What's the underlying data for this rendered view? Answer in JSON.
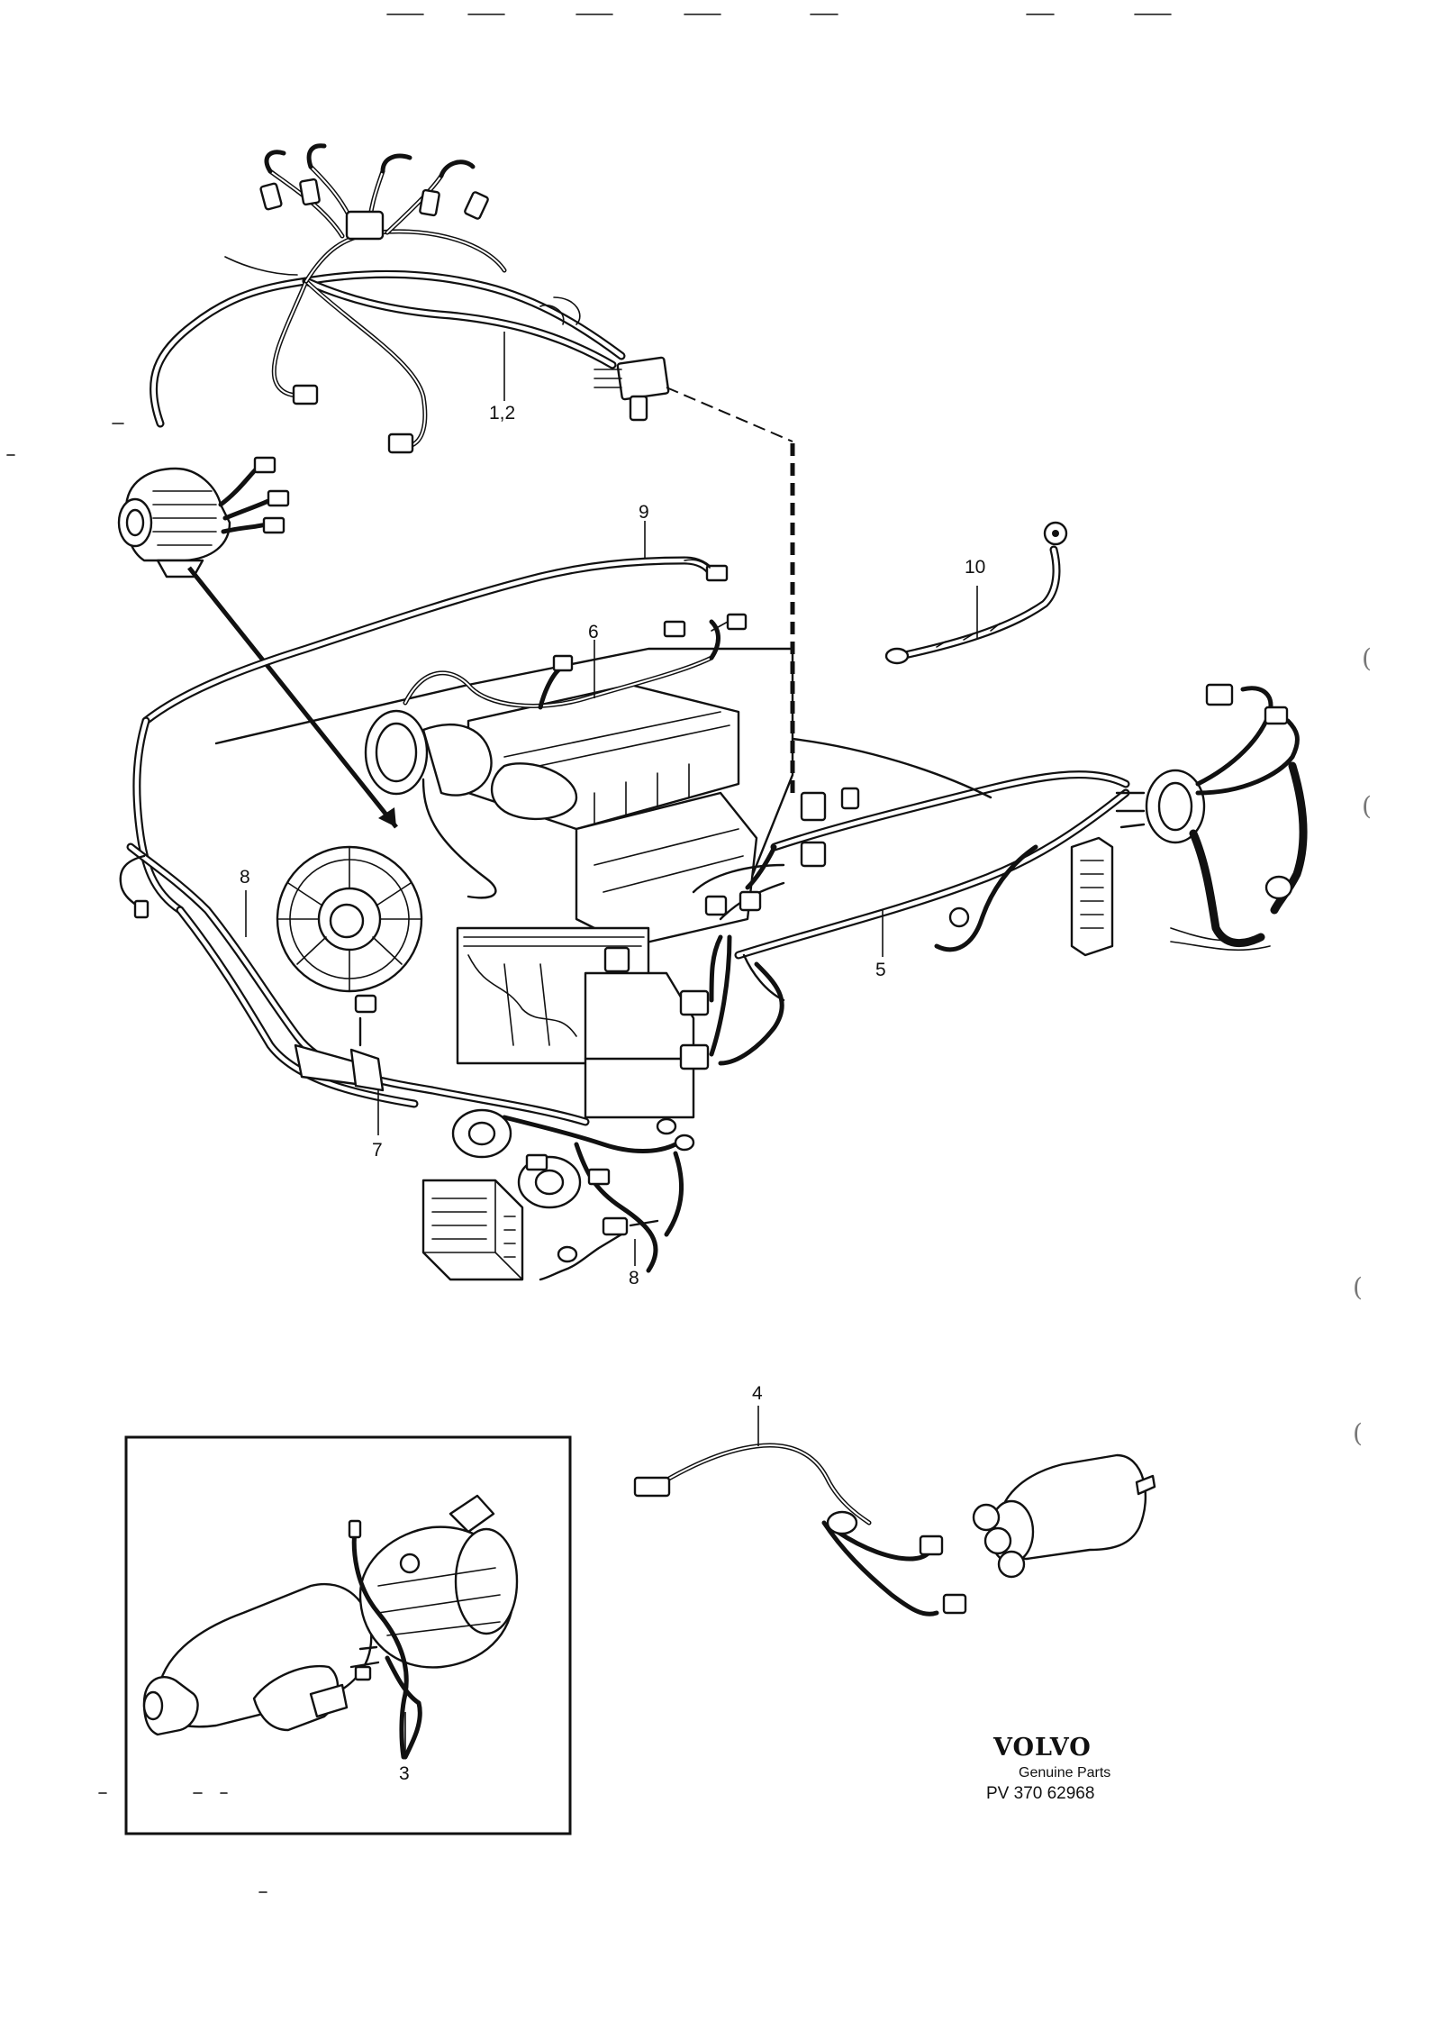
{
  "diagram": {
    "callouts": {
      "c12": "1,2",
      "c9": "9",
      "c10": "10",
      "c6": "6",
      "c5": "5",
      "c8a": "8",
      "c7": "7",
      "c8b": "8",
      "c4": "4",
      "c3": "3"
    },
    "brand": {
      "name": "VOLVO",
      "tagline": "Genuine Parts",
      "part_number": "PV 370  62968"
    },
    "margin_marks": [
      "(",
      "(",
      "(",
      "("
    ]
  }
}
